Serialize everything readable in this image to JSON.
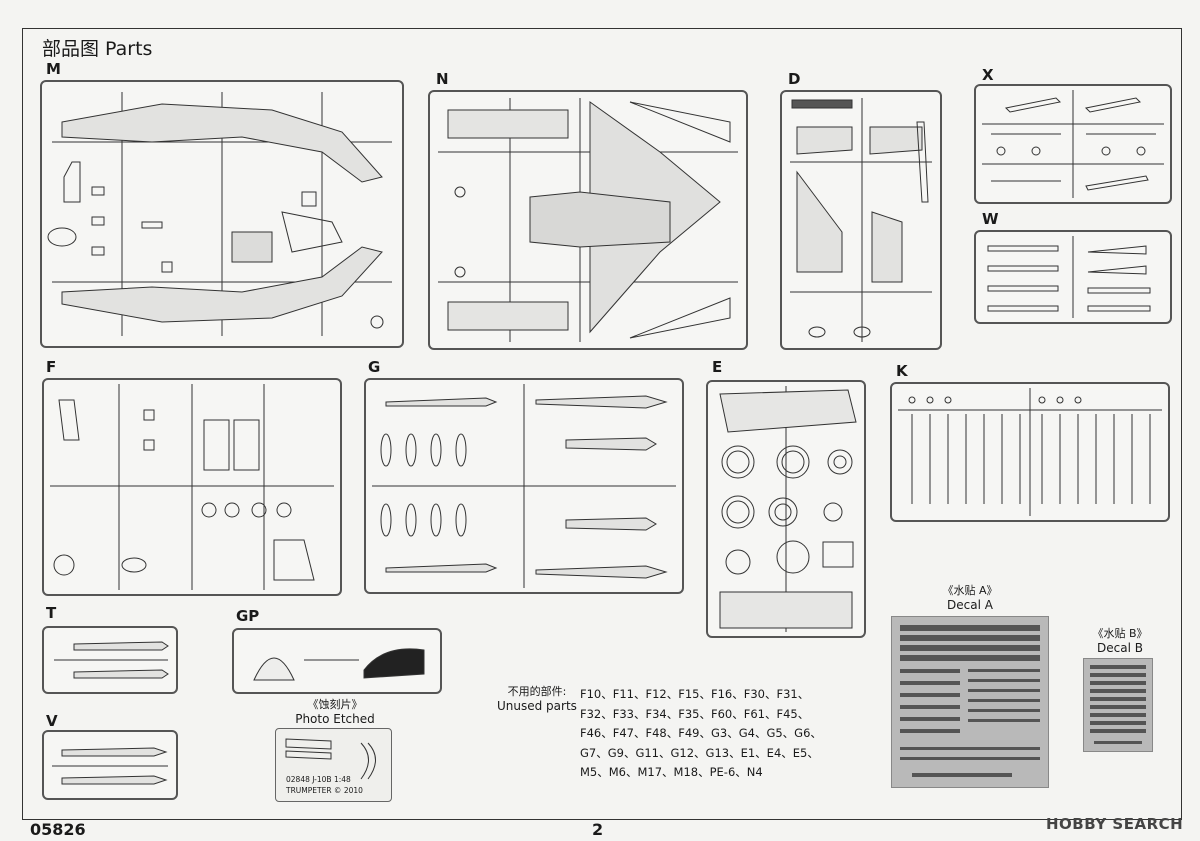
{
  "page": {
    "title": "部品图 Parts",
    "code": "05826",
    "page_number": "2",
    "watermark": "HOBBY SEARCH"
  },
  "sprues": [
    {
      "id": "M",
      "letter": "M"
    },
    {
      "id": "N",
      "letter": "N"
    },
    {
      "id": "D",
      "letter": "D"
    },
    {
      "id": "X",
      "letter": "X"
    },
    {
      "id": "W",
      "letter": "W"
    },
    {
      "id": "F",
      "letter": "F"
    },
    {
      "id": "G",
      "letter": "G"
    },
    {
      "id": "E",
      "letter": "E"
    },
    {
      "id": "K",
      "letter": "K"
    },
    {
      "id": "T",
      "letter": "T"
    },
    {
      "id": "GP",
      "letter": "GP"
    },
    {
      "id": "V",
      "letter": "V"
    }
  ],
  "photo_etched": {
    "label_cn": "《蚀刻片》",
    "label_en": "Photo Etched",
    "line1": "02848  J-10B   1:48",
    "line2": "TRUMPETER  © 2010"
  },
  "decal_a": {
    "label_cn": "《水贴 A》",
    "label_en": "Decal A"
  },
  "decal_b": {
    "label_cn": "《水贴 B》",
    "label_en": "Decal B"
  },
  "unused": {
    "label_cn": "不用的部件:",
    "label_en": "Unused parts",
    "lines": [
      "F10、F11、F12、F15、F16、F30、F31、",
      "F32、F33、F34、F35、F60、F61、F45、",
      "F46、F47、F48、F49、G3、G4、G5、G6、",
      "G7、G9、G11、G12、G13、E1、E4、E5、",
      "M5、M6、M17、M18、PE-6、N4"
    ]
  }
}
